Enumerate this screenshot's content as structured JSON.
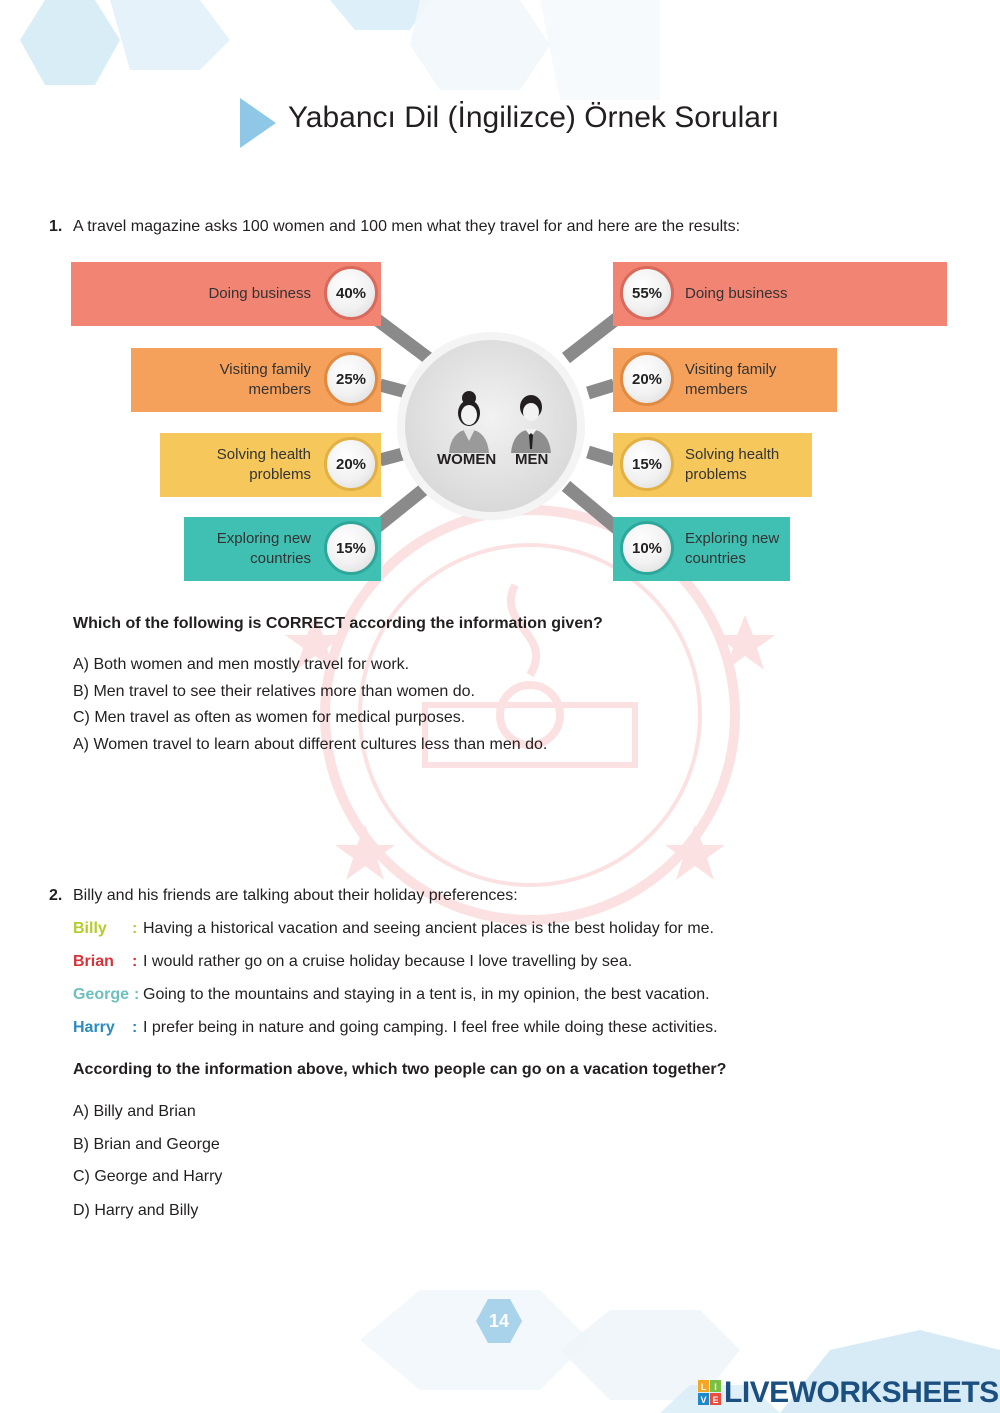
{
  "header": {
    "title": "Yabancı Dil (İngilizce) Örnek Soruları"
  },
  "q1": {
    "number": "1.",
    "prompt": "A travel magazine asks 100 women and 100 men what they travel for and here are the results:",
    "center": {
      "women_label": "WOMEN",
      "men_label": "MEN"
    },
    "women": [
      {
        "line1": "Doing business",
        "line2": "",
        "percent": "40%",
        "color": "#f28473"
      },
      {
        "line1": "Visiting family",
        "line2": "members",
        "percent": "25%",
        "color": "#f5a15c"
      },
      {
        "line1": "Solving health",
        "line2": "problems",
        "percent": "20%",
        "color": "#f6c85c"
      },
      {
        "line1": "Exploring new",
        "line2": "countries",
        "percent": "15%",
        "color": "#40c0b3"
      }
    ],
    "men": [
      {
        "line1": "Doing business",
        "line2": "",
        "percent": "55%",
        "color": "#f28473"
      },
      {
        "line1": "Visiting family",
        "line2": "members",
        "percent": "20%",
        "color": "#f5a15c"
      },
      {
        "line1": "Solving health",
        "line2": "problems",
        "percent": "15%",
        "color": "#f6c85c"
      },
      {
        "line1": "Exploring new",
        "line2": "countries",
        "percent": "10%",
        "color": "#40c0b3"
      }
    ],
    "question": "Which of the following is CORRECT according the information given?",
    "options": [
      "A) Both women and men mostly travel for work.",
      "B) Men travel to see their relatives more than women do.",
      "C) Men travel as often as women for medical purposes.",
      "A) Women travel to learn about different cultures less than men do."
    ]
  },
  "q2": {
    "number": "2.",
    "prompt": "Billy and his friends are talking about their holiday preferences:",
    "lines": [
      {
        "name": "Billy",
        "colon": ":",
        "text": "Having a historical vacation and seeing ancient places is the best holiday for me.",
        "color": "#b5cc2e"
      },
      {
        "name": "Brian",
        "colon": ":",
        "text": "I would rather go on a cruise holiday because I love travelling by sea.",
        "color": "#d6333b"
      },
      {
        "name": "George",
        "colon": ":",
        "text": "Going to the mountains and staying in a tent is, in my opinion, the best vacation.",
        "color": "#6cc0c0"
      },
      {
        "name": "Harry",
        "colon": ":",
        "text": "I prefer being in nature and going camping. I feel free while doing these activities.",
        "color": "#2b8bc0"
      }
    ],
    "question": "According to the information above, which two people can go on a vacation together?",
    "options": [
      "A) Billy and Brian",
      "B) Brian and George",
      "C) George and Harry",
      "D) Harry and Billy"
    ]
  },
  "footer": {
    "page_number": "14",
    "brand": "LIVEWORKSHEETS",
    "brand_badge": [
      "L",
      "I",
      "V",
      "E"
    ]
  },
  "colors": {
    "accent_blue": "#8fc8e6",
    "connector_gray": "#8a8a8a",
    "brand_blue": "#1b4f80",
    "watermark_red": "#e8363b"
  }
}
